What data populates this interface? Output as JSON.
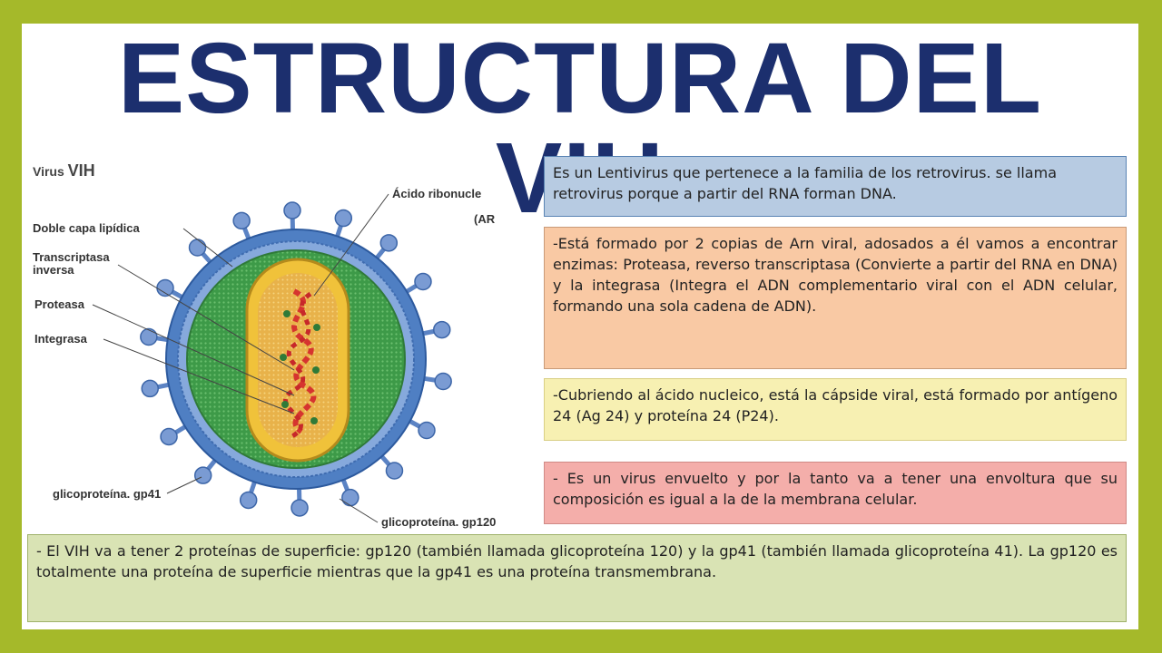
{
  "title": "ESTRUCTURA DEL VIH",
  "diagram": {
    "heading_prefix": "Virus ",
    "heading_main": "VIH",
    "labels": {
      "acido_line1": "Ácido ribonucle",
      "acido_line2": "(AR",
      "doble_capa": "Doble capa lipídica",
      "transcriptasa_line1": "Transcriptasa",
      "transcriptasa_line2": "inversa",
      "proteasa": "Proteasa",
      "integrasa": "Integrasa",
      "gp41": "glicoproteína. gp41",
      "gp120": "glicoproteína. gp120"
    }
  },
  "boxes": {
    "lentivirus": "Es un Lentivirus que pertenece a la familia de los retrovirus. se llama retrovirus porque a partir del RNA forman DNA.",
    "formado": "-Está formado por 2 copias de Arn viral, adosados a él vamos a encontrar enzimas: Proteasa, reverso transcriptasa (Convierte a partir del RNA en DNA) y la integrasa (Integra el ADN complementario viral con el ADN celular, formando una sola cadena de ADN).",
    "capside": "-Cubriendo al ácido nucleico, está la cápside viral, está formado por antígeno 24 (Ag 24) y proteína 24 (P24).",
    "envuelto": "- Es un virus envuelto y por la tanto va a tener una envoltura que su composición es igual a la de la membrana celular.",
    "proteinas": "- El VIH va a tener 2 proteínas de superficie: gp120 (también llamada glicoproteína 120) y la gp41 (también llamada glicoproteína 41). La gp120 es totalmente una proteína de superficie mientras que la gp41 es una proteína transmembrana."
  },
  "colors": {
    "frame": "#a5b92a",
    "title": "#1c2f6e",
    "box_blue": "#b7cbe2",
    "box_orange": "#f9c9a4",
    "box_yellow": "#f7f0b2",
    "box_pink": "#f4aeaa",
    "box_green": "#d9e3b4"
  }
}
